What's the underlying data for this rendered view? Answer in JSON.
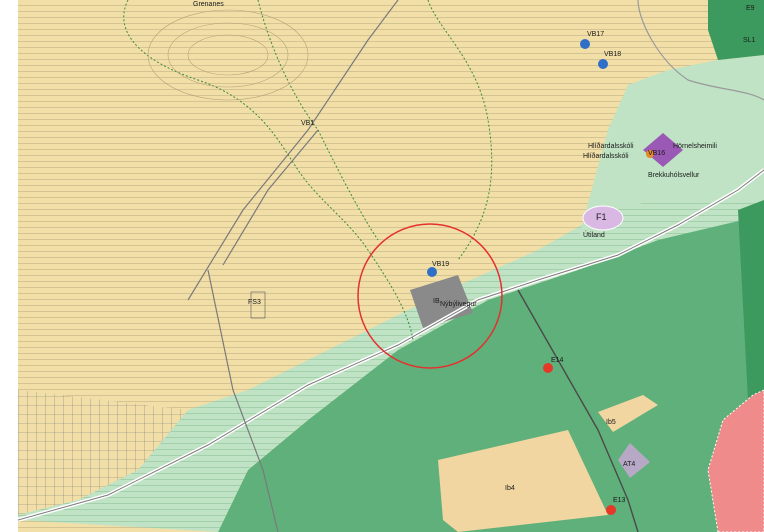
{
  "map": {
    "colors": {
      "agricultural": "#f2dfa8",
      "agricultural_hatch": "#c9b98a",
      "forest_light": "#bfe3c4",
      "forest_dark": "#5fb07a",
      "forest_darker": "#3c9a5e",
      "residential": "#8a8a8a",
      "leisure": "#d9b8e3",
      "industry": "#f08b8b",
      "road": "#7a7a7a",
      "water_source": "#2f6fc8",
      "hazard_point": "#e53828",
      "trail": "#3a8a3a",
      "highlight_circle": "#e53030"
    },
    "labels": {
      "top_place": "Grenanes",
      "vb1": "VB1",
      "fs3": "FS3",
      "vb19": "VB19",
      "ib": "IB",
      "ib_name": "Nýbýlivegur",
      "vb17": "VB17",
      "vb18": "VB18",
      "vb16": "VB16",
      "hlid1": "Hlíðardalsskóli",
      "hlid2": "Hlíðardalsskóli",
      "hlid3": "Hörnelsheimili",
      "brekka": "Brekkuhólsvellur",
      "f1": "F1",
      "utiland": "Útiland",
      "e14": "E14",
      "e13": "E13",
      "ib5": "Ib5",
      "ib4": "Ib4",
      "at4": "AT4",
      "e_top": "E9",
      "sl": "SL1"
    }
  }
}
